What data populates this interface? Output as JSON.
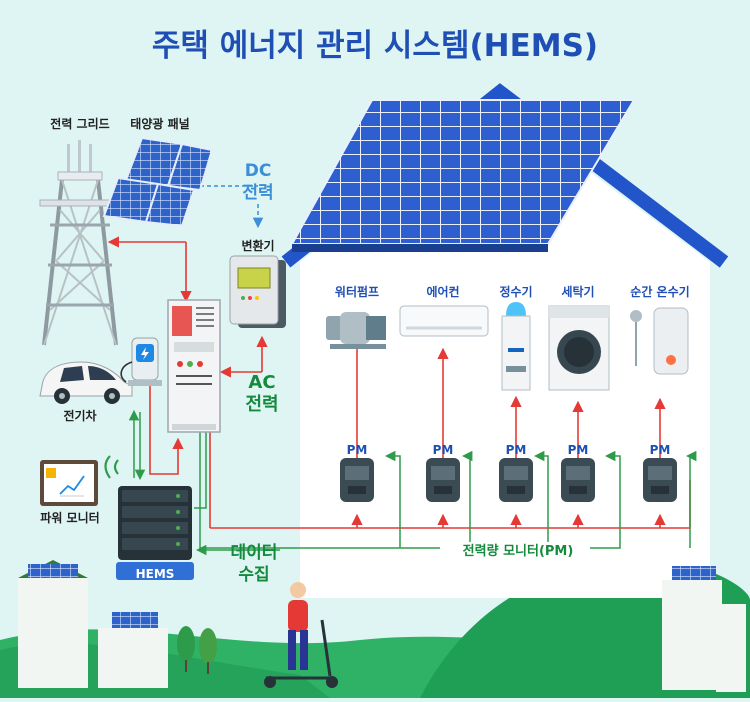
{
  "title": "주택 에너지 관리 시스템(HEMS)",
  "components": {
    "grid": "전력 그리드",
    "solar": "태양광 패널",
    "dc_line1": "DC",
    "dc_line2": "전력",
    "inverter": "변환기",
    "ac_line1": "AC",
    "ac_line2": "전력",
    "ev": "전기차",
    "monitor": "파워 모니터",
    "hems": "HEMS",
    "data_line1": "데이터",
    "data_line2": "수집",
    "pm_caption": "전력량 모니터(PM)"
  },
  "appliances": [
    {
      "label": "워터펌프",
      "meter": "PM"
    },
    {
      "label": "에어컨",
      "meter": "PM"
    },
    {
      "label": "정수기",
      "meter": "PM"
    },
    {
      "label": "세탁기",
      "meter": "PM"
    },
    {
      "label": "순간 온수기",
      "meter": "PM"
    }
  ],
  "colors": {
    "background": "#dff5f3",
    "title_blue": "#1f4fb5",
    "ac_red": "#e53935",
    "dc_blue": "#3a8fd6",
    "data_green": "#2e9b4a",
    "label_green": "#148a3c",
    "roof_blue": "#2155c9",
    "ground_green": "#24a35a"
  },
  "icons": {
    "grid": "power-tower-icon",
    "solar": "solar-panel-icon",
    "inverter": "inverter-icon",
    "cabinet": "distribution-panel-icon",
    "ev": "electric-car-icon",
    "charger": "ev-charger-icon",
    "monitor": "tablet-chart-icon",
    "hems": "server-rack-icon",
    "meter": "power-meter-icon"
  }
}
